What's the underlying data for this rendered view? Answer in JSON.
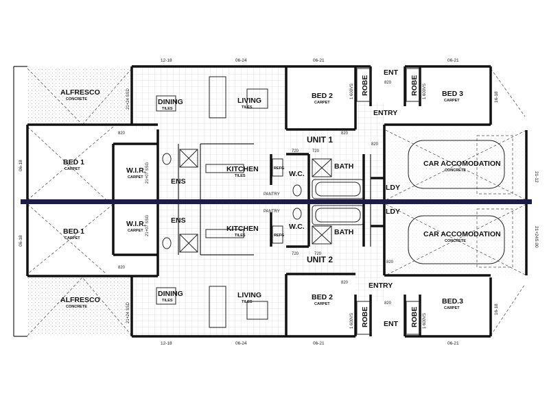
{
  "units": {
    "u1": "UNIT 1",
    "u2": "UNIT 2"
  },
  "rooms": {
    "alfresco": "ALFRESCO",
    "concrete": "CONCRETE",
    "dining": "DINING",
    "tiles": "TILES",
    "living": "LIVING",
    "bed1": "BED 1",
    "bed2": "BED 2",
    "bed3": "BED 3",
    "bed3b": "BED.3",
    "carpet": "CARPET",
    "wir": "W.I.R.",
    "ens": "ENS",
    "kitchen": "KITCHEN",
    "pantry": "PANTRY",
    "wc": "W.C.",
    "bath": "BATH",
    "ldy": "LDY",
    "entry": "ENTRY",
    "ent": "ENT",
    "robe": "ROBE",
    "car": "CAR ACCOMODATION",
    "refg": "REFG"
  },
  "dims": {
    "d1218": "12-18",
    "d0624": "06-24",
    "d0621": "06-21",
    "d1618": "16-18",
    "d0618": "06-18",
    "d2112": "21-12",
    "d820": "820",
    "d720": "720",
    "d1600": "1 600VS",
    "d2124": "21+24 SSD",
    "d2107": "21+07 SSG",
    "d2124b": "21+24S.00"
  }
}
